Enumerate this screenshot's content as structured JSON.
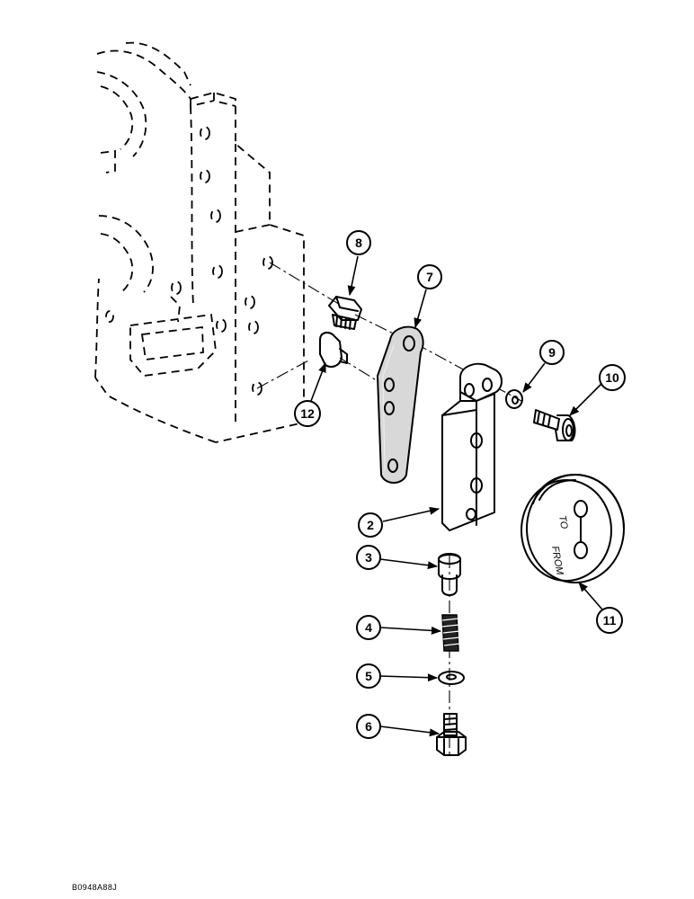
{
  "diagram": {
    "figure_code": "B0948A88J",
    "callouts": [
      {
        "id": "callout-8",
        "label": "8"
      },
      {
        "id": "callout-7",
        "label": "7"
      },
      {
        "id": "callout-9",
        "label": "9"
      },
      {
        "id": "callout-10",
        "label": "10"
      },
      {
        "id": "callout-12",
        "label": "12"
      },
      {
        "id": "callout-2",
        "label": "2"
      },
      {
        "id": "callout-3",
        "label": "3"
      },
      {
        "id": "callout-4",
        "label": "4"
      },
      {
        "id": "callout-5",
        "label": "5"
      },
      {
        "id": "callout-6",
        "label": "6"
      },
      {
        "id": "callout-11",
        "label": "11"
      }
    ],
    "plate_markings": {
      "to": "TO",
      "from": "FROM"
    }
  }
}
